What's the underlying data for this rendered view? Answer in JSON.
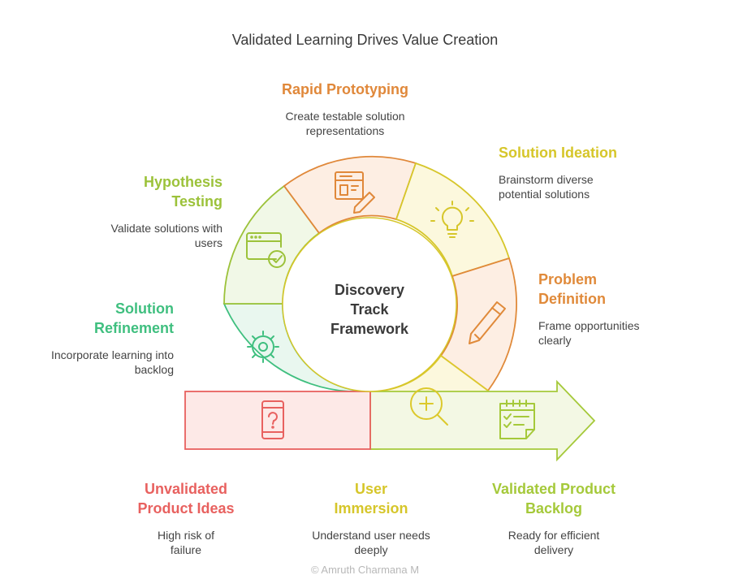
{
  "title": "Validated Learning Drives Value Creation",
  "center_label": "Discovery\nTrack\nFramework",
  "footer": "© Amruth Charmana M",
  "colors": {
    "prototyping": "#e0883a",
    "ideation": "#d6c62a",
    "problem": "#e08a3a",
    "immersion": "#dcc92c",
    "hypothesis": "#9cc23a",
    "refinement": "#3fbf7f",
    "unvalidated": "#e8615f",
    "validated": "#a5c93a"
  },
  "stages": {
    "prototyping": {
      "heading": "Rapid Prototyping",
      "description": "Create testable solution\nrepresentations",
      "icon": "wireframe-pencil-icon"
    },
    "ideation": {
      "heading": "Solution Ideation",
      "description": "Brainstorm diverse\npotential solutions",
      "icon": "lightbulb-icon"
    },
    "problem": {
      "heading": "Problem\nDefinition",
      "description": "Frame opportunities\nclearly",
      "icon": "pencil-icon"
    },
    "hypothesis": {
      "heading": "Hypothesis\nTesting",
      "description": "Validate solutions with\nusers",
      "icon": "browser-check-icon"
    },
    "refinement": {
      "heading": "Solution\nRefinement",
      "description": "Incorporate learning into\nbacklog",
      "icon": "gear-icon"
    },
    "unvalidated": {
      "heading": "Unvalidated\nProduct Ideas",
      "description": "High risk of\nfailure",
      "icon": "phone-question-icon"
    },
    "immersion": {
      "heading": "User\nImmersion",
      "description": "Understand user needs\ndeeply",
      "icon": "zoom-in-icon"
    },
    "validated": {
      "heading": "Validated Product\nBacklog",
      "description": "Ready for efficient\ndelivery",
      "icon": "checklist-calendar-icon"
    }
  }
}
